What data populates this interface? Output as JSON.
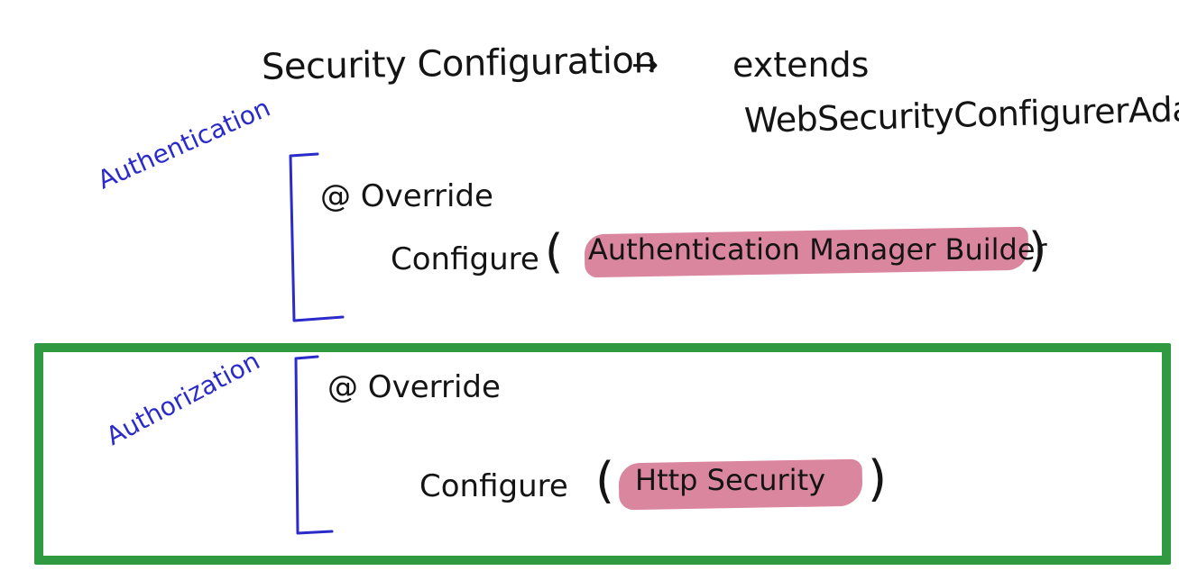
{
  "header": {
    "title": "Security Configuration",
    "arrow": "→",
    "extends": "extends",
    "class_name": "WebSecurityConfigurerAdapter"
  },
  "authentication": {
    "label": "Authentication",
    "annotation": "@ Override",
    "method": "Configure",
    "paren_open": "(",
    "param": "Authentication Manager Builder",
    "paren_close": ")"
  },
  "authorization": {
    "label": "Authorization",
    "annotation": "@ Override",
    "method": "Configure",
    "paren_open": "(",
    "param": "Http Security",
    "paren_close": ")"
  },
  "colors": {
    "ink": "#141414",
    "blue_ink": "#2b2bc9",
    "highlight": "#d4718d",
    "box_border": "#2f9a3f"
  }
}
